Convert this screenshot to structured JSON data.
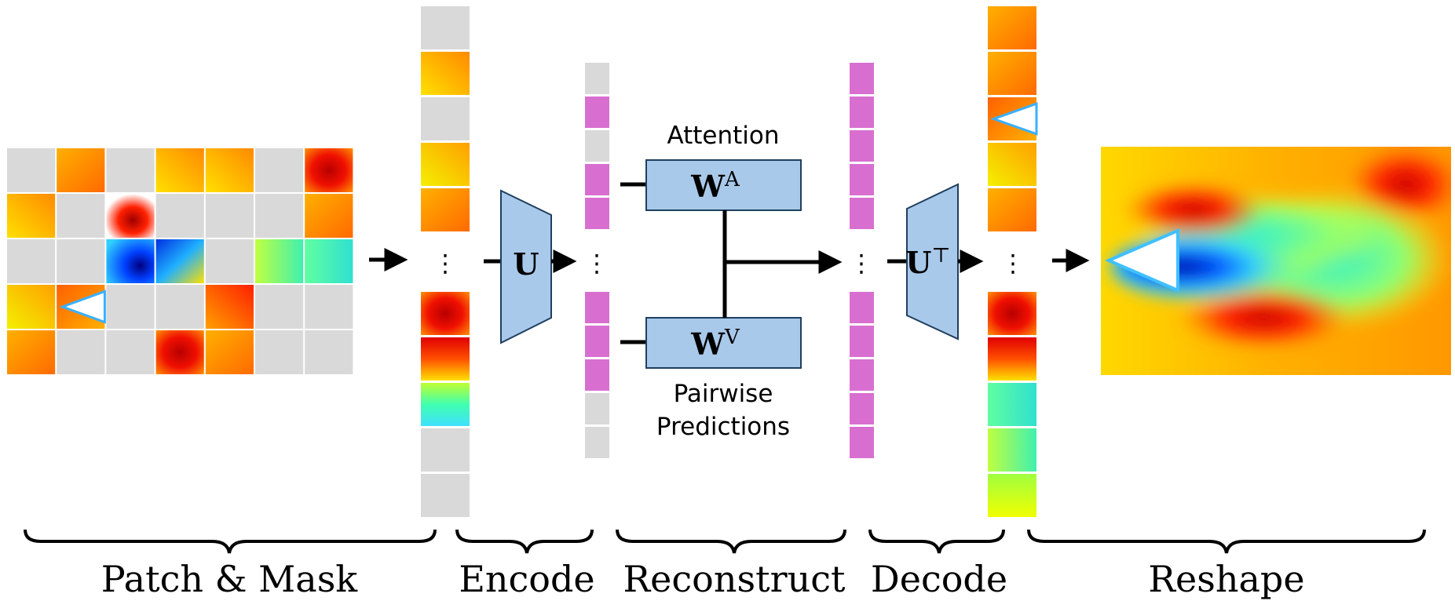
{
  "stages": [
    "Patch & Mask",
    "Encode",
    "Reconstruct",
    "Decode",
    "Reshape"
  ],
  "encoder": {
    "symbol": "U"
  },
  "decoder": {
    "symbol": "U",
    "superscript": "⊤"
  },
  "attention": {
    "label": "Attention",
    "symbol": "W",
    "superscript": "A"
  },
  "pairwise": {
    "label_line1": "Pairwise",
    "label_line2": "Predictions",
    "symbol": "W",
    "superscript": "V"
  },
  "ellipsis": "⋮",
  "colors": {
    "mask_gray": "#d9d9d9",
    "token_magenta": "#d86fd0",
    "block_fill": "#a9c9ea",
    "block_stroke": "#1f3f5f"
  },
  "patch_grid": {
    "rows": 5,
    "cols": 7,
    "cells": [
      [
        "mask",
        "orange",
        "mask",
        "yellow-orange",
        "yellow-orange",
        "mask",
        "red"
      ],
      [
        "yellow-orange",
        "mask",
        "vortex-red",
        "mask",
        "mask",
        "mask",
        "orange"
      ],
      [
        "mask",
        "mask",
        "blue",
        "blue-cyan",
        "mask",
        "green",
        "cyan"
      ],
      [
        "yellow",
        "wedge",
        "mask",
        "mask",
        "orange-red",
        "mask",
        "mask"
      ],
      [
        "orange",
        "mask",
        "mask",
        "red",
        "orange",
        "mask",
        "mask"
      ]
    ]
  },
  "patch_column_in": [
    "mask",
    "yellow-orange",
    "mask",
    "yellow",
    "orange",
    "red",
    "red-yellow",
    "green-cyan",
    "mask",
    "mask"
  ],
  "latent_column_in": [
    "mask",
    "magenta",
    "mask",
    "magenta",
    "magenta",
    "magenta",
    "magenta",
    "magenta",
    "mask",
    "mask"
  ],
  "latent_column_out": [
    "magenta",
    "magenta",
    "magenta",
    "magenta",
    "magenta",
    "magenta",
    "magenta",
    "magenta",
    "magenta",
    "magenta"
  ],
  "patch_column_out": [
    "orange",
    "orange",
    "wedge",
    "yellow",
    "orange",
    "red",
    "red-yellow",
    "cyan",
    "green",
    "yellow-green"
  ]
}
